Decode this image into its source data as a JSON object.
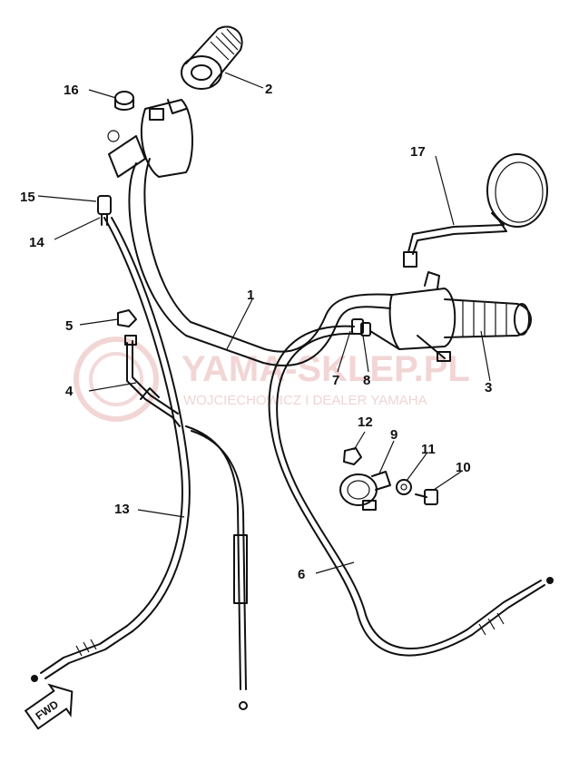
{
  "watermark": {
    "brand": "YAMA-SKLEP.PL",
    "subtitle": "WOJCIECHOWICZ I DEALER YAMAHA",
    "color": "#e8b4b4"
  },
  "direction_badge": {
    "text": "FWD"
  },
  "part_labels": [
    {
      "id": "1",
      "text": "1"
    },
    {
      "id": "2",
      "text": "2"
    },
    {
      "id": "3",
      "text": "3"
    },
    {
      "id": "4",
      "text": "4"
    },
    {
      "id": "5",
      "text": "5"
    },
    {
      "id": "6",
      "text": "6"
    },
    {
      "id": "7",
      "text": "7"
    },
    {
      "id": "8",
      "text": "8"
    },
    {
      "id": "9",
      "text": "9"
    },
    {
      "id": "10",
      "text": "10"
    },
    {
      "id": "11",
      "text": "11"
    },
    {
      "id": "12",
      "text": "12"
    },
    {
      "id": "13",
      "text": "13"
    },
    {
      "id": "14",
      "text": "14"
    },
    {
      "id": "15",
      "text": "15"
    },
    {
      "id": "16",
      "text": "16"
    },
    {
      "id": "17",
      "text": "17"
    }
  ]
}
